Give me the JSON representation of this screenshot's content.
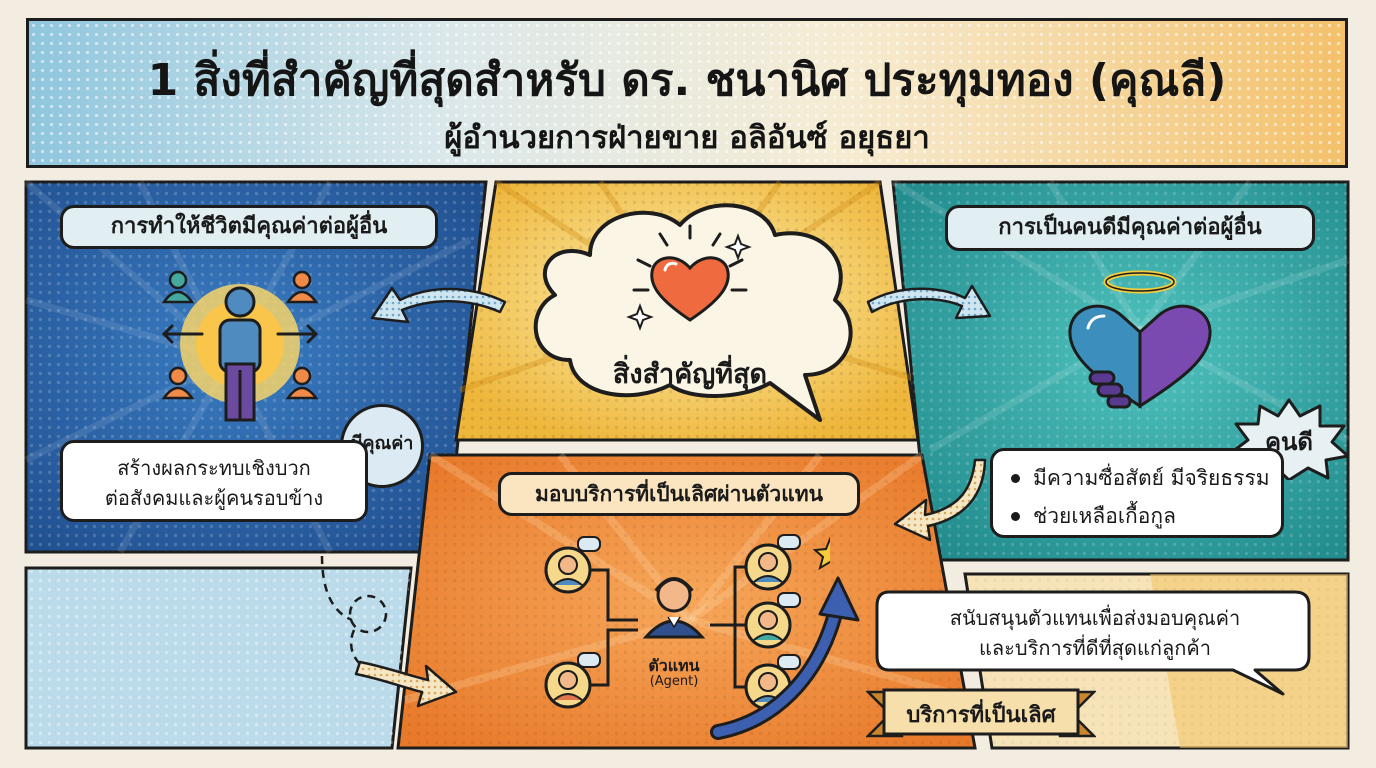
{
  "title": "1 สิ่งที่สำคัญที่สุดสำหรับ ดร. ชนานิศ ประทุมทอง (คุณลี)",
  "subtitle": "ผู้อำนวยการฝ่ายขาย อลิอันซ์ อยุธยา",
  "center": {
    "cloud_label": "สิ่งสำคัญที่สุด",
    "icon": "heart-icon"
  },
  "left_panel": {
    "heading": "การทำให้ชีวิตมีคุณค่าต่อผู้อื่น",
    "badge": "มีคุณค่า",
    "description_line1": "สร้างผลกระทบเชิงบวก",
    "description_line2": "ต่อสังคมและผู้คนรอบข้าง",
    "icon": "person-radiating-icon"
  },
  "right_panel": {
    "heading": "การเป็นคนดีมีคุณค่าต่อผู้อื่น",
    "badge": "คนดี",
    "bullets": [
      "มีความซื่อสัตย์ มีจริยธรรม",
      "ช่วยเหลือเกื้อกูล"
    ],
    "icon": "handshake-heart-icon"
  },
  "bottom_panel": {
    "heading": "มอบบริการที่เป็นเลิศผ่านตัวแทน",
    "agent_label": "ตัวแทน",
    "agent_sublabel": "(Agent)",
    "ribbon": "บริการที่เป็นเลิศ",
    "icon": "agent-network-icon"
  },
  "right_bottom": {
    "speech_line1": "สนับสนุนตัวแทนเพื่อส่งมอบคุณค่า",
    "speech_line2": "และบริการที่ดีที่สุดแก่ลูกค้า"
  },
  "colors": {
    "blue_panel": "#2b64a6",
    "teal_panel": "#2fa5a5",
    "orange_panel": "#ee8a34",
    "yellow_panel": "#f2c447",
    "outline": "#1d1d1d"
  }
}
